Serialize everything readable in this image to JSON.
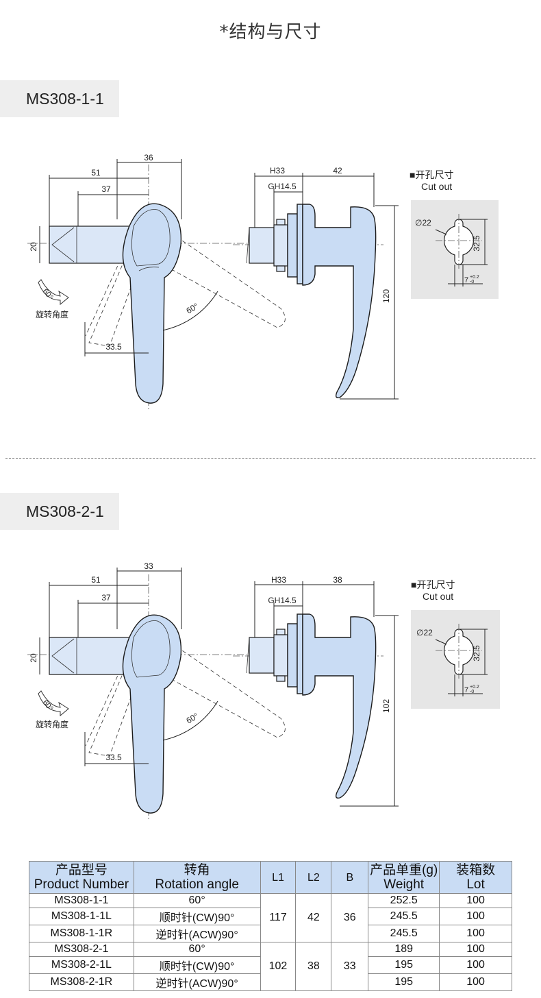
{
  "page_title": "*结构与尺寸",
  "sections": [
    {
      "model": "MS308-1-1",
      "dims": {
        "d36": "36",
        "d51": "51",
        "d37": "37",
        "d20": "20",
        "rot": "60°",
        "rot_label": "旋转角度",
        "d335": "33.5",
        "ang60": "60°",
        "h33": "H33",
        "l2": "42",
        "gh": "GH14.5",
        "height": "120"
      },
      "cutout": {
        "title_cn": "■开孔尺寸",
        "title_en": "Cut out",
        "dia": "∅22",
        "h": "32.5",
        "w": "7",
        "tol_up": "+0.2",
        "tol_dn": "-0"
      }
    },
    {
      "model": "MS308-2-1",
      "dims": {
        "d36": "33",
        "d51": "51",
        "d37": "37",
        "d20": "20",
        "rot": "60°",
        "rot_label": "旋转角度",
        "d335": "33.5",
        "ang60": "60°",
        "h33": "H33",
        "l2": "38",
        "gh": "GH14.5",
        "height": "102"
      },
      "cutout": {
        "title_cn": "■开孔尺寸",
        "title_en": "Cut out",
        "dia": "∅22",
        "h": "32.5",
        "w": "7",
        "tol_up": "+0.2",
        "tol_dn": "-0"
      }
    }
  ],
  "table": {
    "headers": {
      "product_cn": "产品型号",
      "product_en": "Product Number",
      "rotation_cn": "转角",
      "rotation_en": "Rotation angle",
      "l1": "L1",
      "l2": "L2",
      "b": "B",
      "weight_cn": "产品单重(g)",
      "weight_en": "Weight",
      "lot_cn": "装箱数",
      "lot_en": "Lot"
    },
    "groups": [
      {
        "l1": "117",
        "l2": "42",
        "b": "36",
        "rows": [
          {
            "product": "MS308-1-1",
            "rotation": "60°",
            "weight": "252.5",
            "lot": "100"
          },
          {
            "product": "MS308-1-1L",
            "rotation": "顺时针(CW)90°",
            "weight": "245.5",
            "lot": "100"
          },
          {
            "product": "MS308-1-1R",
            "rotation": "逆时针(ACW)90°",
            "weight": "245.5",
            "lot": "100"
          }
        ]
      },
      {
        "l1": "102",
        "l2": "38",
        "b": "33",
        "rows": [
          {
            "product": "MS308-2-1",
            "rotation": "60°",
            "weight": "189",
            "lot": "100"
          },
          {
            "product": "MS308-2-1L",
            "rotation": "顺时针(CW)90°",
            "weight": "195",
            "lot": "100"
          },
          {
            "product": "MS308-2-1R",
            "rotation": "逆时针(ACW)90°",
            "weight": "195",
            "lot": "100"
          }
        ]
      }
    ]
  }
}
